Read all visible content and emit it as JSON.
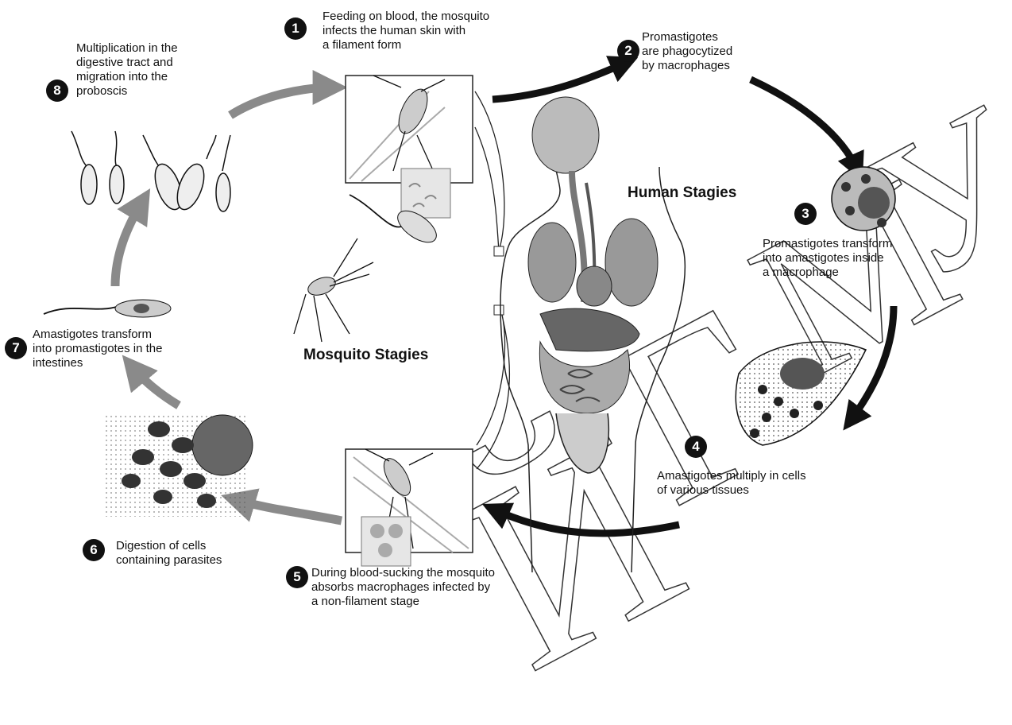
{
  "titles": {
    "human": "Human Stagies",
    "mosquito": "Mosquito Stagies"
  },
  "steps": [
    {
      "number": "1",
      "text": "Feeding on blood, the mosquito\ninfects the human skin with\na filament form"
    },
    {
      "number": "2",
      "text": "Promastigotes\nare phagocytized\nby macrophages"
    },
    {
      "number": "3",
      "text": "Promastigotes transform\ninto amastigotes inside\na macrophage"
    },
    {
      "number": "4",
      "text": "Amastigotes multiply in cells\nof various tissues"
    },
    {
      "number": "5",
      "text": "During blood-sucking the mosquito\nabsorbs macrophages infected by\na non-filament stage"
    },
    {
      "number": "6",
      "text": "Digestion of cells\ncontaining parasites"
    },
    {
      "number": "7",
      "text": "Amastigotes transform\ninto promastigotes in the\nintestines"
    },
    {
      "number": "8",
      "text": "Multiplication in the\ndigestive tract and\nmigration into the\nproboscis"
    }
  ],
  "watermark": {
    "chars": [
      "Й",
      "Г",
      "М",
      "У"
    ],
    "color": "#333333"
  },
  "colors": {
    "arrow_dark": "#111111",
    "arrow_gray": "#8a8a8a",
    "organ_gray": "#9a9a9a"
  }
}
